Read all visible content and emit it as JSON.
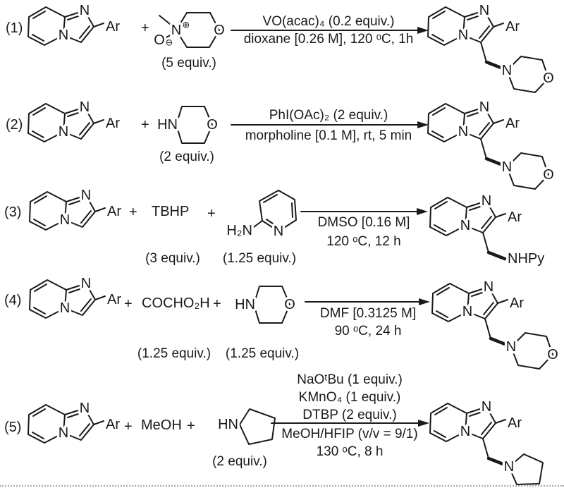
{
  "colors": {
    "ink": "#1a1a1a",
    "background": "#ffffff",
    "bottom_rule": "#a8a8a8"
  },
  "atoms": {
    "n": "N",
    "o": "O",
    "hn": "HN",
    "h2n": "H₂N",
    "ar": "Ar",
    "nhpy": "NHPy",
    "oplus": "⊕",
    "ominus": "⊖"
  },
  "plus": "+",
  "reactions": [
    {
      "number": "(1)",
      "reagent_equiv": "(5 equiv.)",
      "arrow_above": "VO(acac)₄ (0.2 equiv.)",
      "arrow_below": "dioxane [0.26 M], 120 ᵒC, 1h"
    },
    {
      "number": "(2)",
      "reagent_equiv": "(2 equiv.)",
      "arrow_above": "PhI(OAc)₂ (2 equiv.)",
      "arrow_below": "morpholine [0.1 M], rt, 5 min"
    },
    {
      "number": "(3)",
      "reagent1": "TBHP",
      "reagent1_equiv": "(3 equiv.)",
      "reagent2_equiv": "(1.25 equiv.)",
      "arrow_below1": "DMSO [0.16 M]",
      "arrow_below2": "120 ᵒC, 12 h"
    },
    {
      "number": "(4)",
      "reagent1": "COCHO₂H",
      "reagent1_equiv": "(1.25 equiv.)",
      "reagent2_equiv": "(1.25 equiv.)",
      "arrow_below1": "DMF [0.3125 M]",
      "arrow_below2": "90 ᵒC, 24 h"
    },
    {
      "number": "(5)",
      "reagent1": "MeOH",
      "reagent2_equiv": "(2 equiv.)",
      "arrow_above1": "NaOᵗBu (1 equiv.)",
      "arrow_above2": "KMnO₄ (1 equiv.)",
      "arrow_above3": "DTBP (2 equiv.)",
      "arrow_below1": "MeOH/HFIP (v/v = 9/1)",
      "arrow_below2": "130 ᵒC, 8 h"
    }
  ]
}
